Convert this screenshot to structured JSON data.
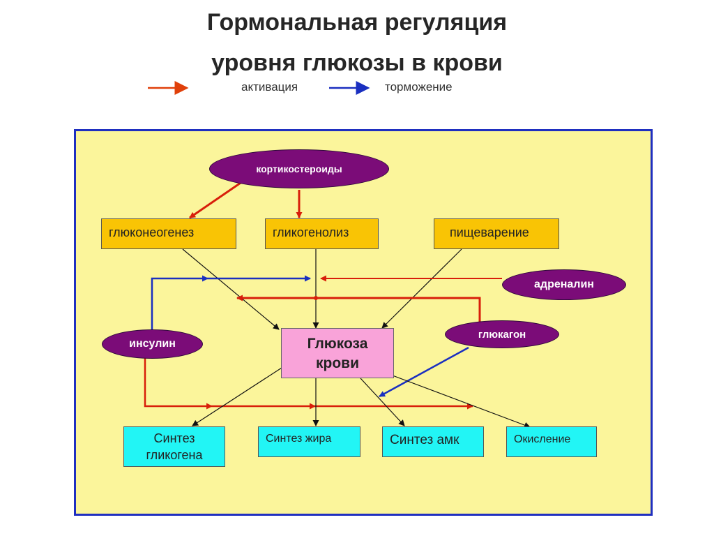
{
  "title": {
    "line1": "Гормональная регуляция",
    "line2": "уровня глюкозы в крови"
  },
  "legend": {
    "activation": "активация",
    "inhibition": "торможение"
  },
  "colors": {
    "activation_arrow": "#e0400a",
    "inhibition_arrow": "#1a2fc0",
    "frame_border": "#1f2fc0",
    "frame_fill": "#fbf59b",
    "hormone_oval": "#7b0c78",
    "process_box": "#f9c405",
    "product_box": "#22f5f5",
    "center_box": "#f9a3d9"
  },
  "hormones": {
    "corticosteroids": "кортикостероиды",
    "adrenaline": "адреналин",
    "insulin": "инсулин",
    "glucagon": "глюкагон"
  },
  "sources": {
    "gluconeogenesis": "глюконеогенез",
    "glycogenolysis": "гликогенолиз",
    "digestion": "пищеварение"
  },
  "center": {
    "line1": "Глюкоза",
    "line2": "крови"
  },
  "products": {
    "glycogen_synthesis_line1": "Синтез",
    "glycogen_synthesis_line2": "гликогена",
    "fat_synthesis": "Синтез жира",
    "amino_acid_synthesis": "Синтез амк",
    "oxidation": "Окисление"
  }
}
